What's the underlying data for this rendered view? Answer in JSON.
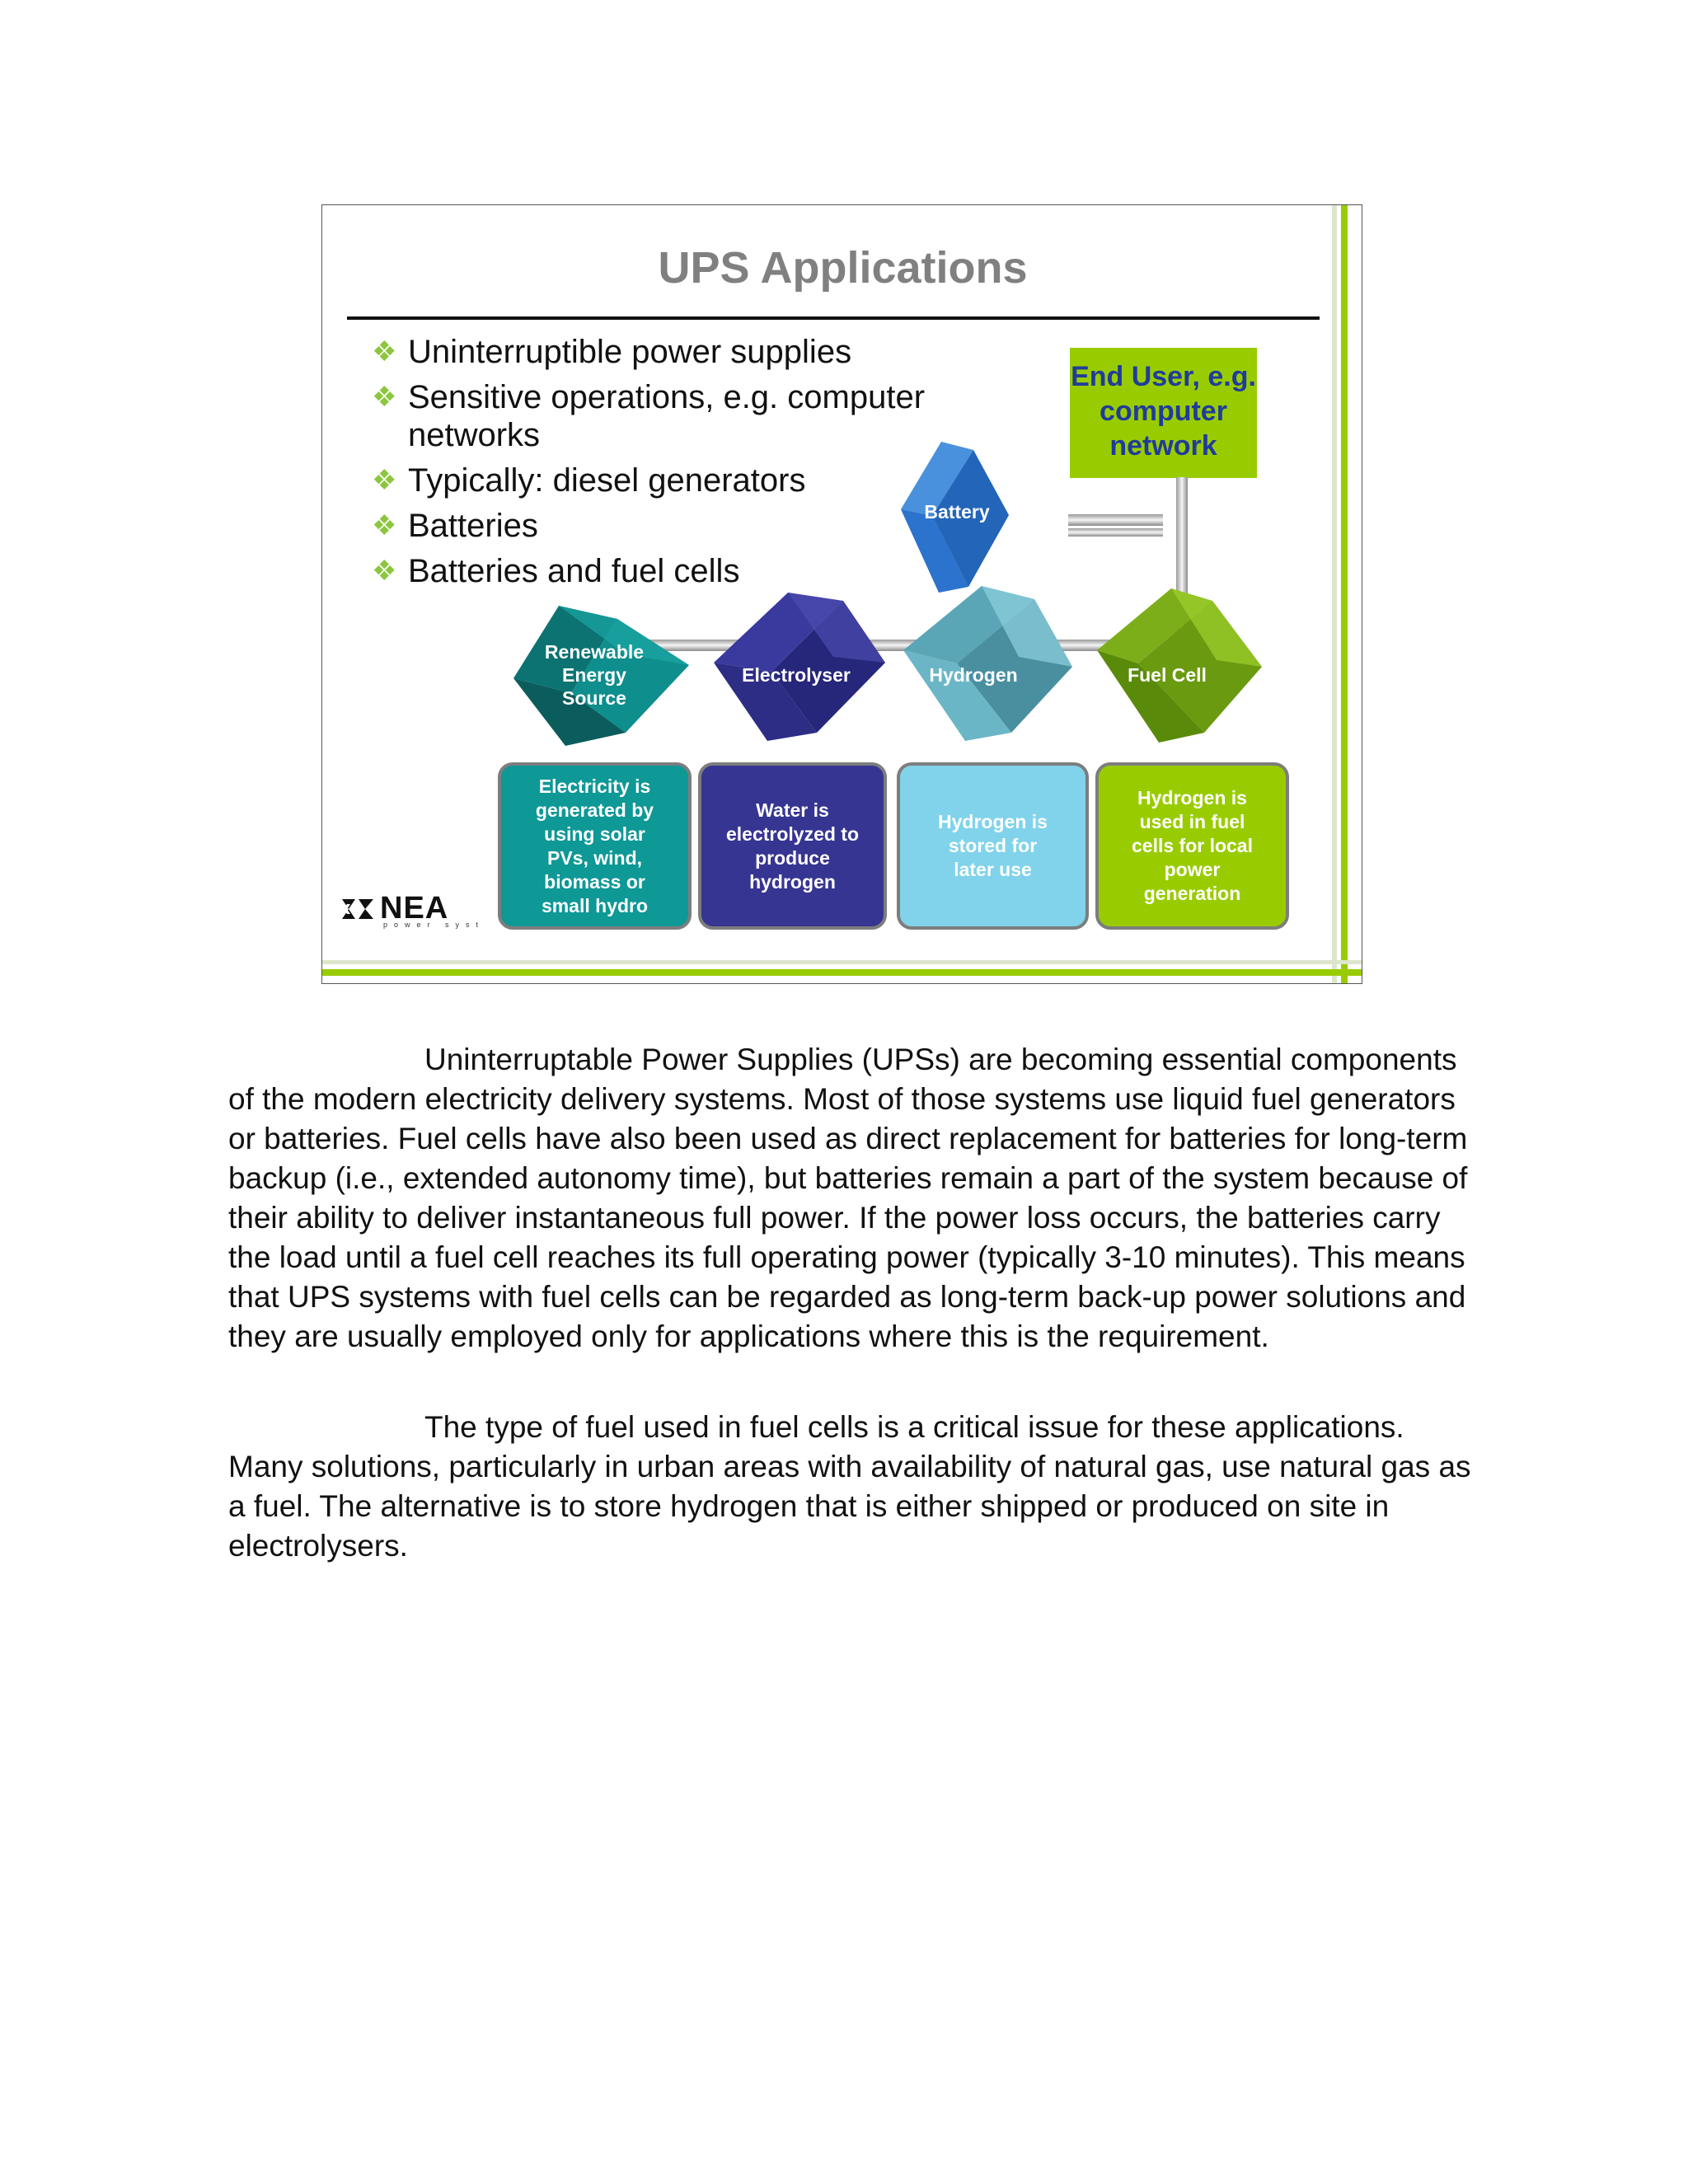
{
  "slide": {
    "title": "UPS Applications",
    "bullets": [
      "Uninterruptible power supplies",
      "Sensitive operations, e.g. computer networks",
      "Typically: diesel generators",
      "Batteries",
      "Batteries and fuel cells"
    ],
    "end_user_box": [
      "End User, e.g.",
      "computer",
      "network"
    ],
    "cubes": {
      "battery": "Battery",
      "renewable": [
        "Renewable",
        "Energy",
        "Source"
      ],
      "electrolyser": "Electrolyser",
      "hydrogen": "Hydrogen",
      "fuel_cell": "Fuel Cell"
    },
    "descriptions": [
      [
        "Electricity is",
        "generated by",
        "using solar",
        "PVs, wind,",
        "biomass or",
        "small hydro"
      ],
      [
        "Water is",
        "electrolyzed to",
        "produce",
        "hydrogen"
      ],
      [
        "Hydrogen is",
        "stored for",
        "later use"
      ],
      [
        "Hydrogen is",
        "used in fuel",
        "cells for local",
        "power",
        "generation"
      ]
    ],
    "logo": {
      "text": "NEA",
      "subtext": "power syst"
    },
    "colors": {
      "accent_green": "#99cc00",
      "end_user_text": "#1f3c9b",
      "battery_blue": "#2b74cc",
      "renewable_teal": "#0e8e8c",
      "electrolyser_navy": "#363592",
      "hydrogen_lightblue": "#7fd1ea",
      "fuel_cell_green": "#8fc21f"
    }
  },
  "body": {
    "paragraphs": [
      "Uninterruptable Power Supplies (UPSs) are becoming essential components of the modern electricity delivery systems. Most of those systems use liquid fuel generators or batteries. Fuel cells have also been used as direct replacement for batteries for long-term backup (i.e., extended autonomy time), but batteries remain a part of the system because of their ability to deliver instantaneous full power. If the power loss occurs, the batteries carry the load until a fuel cell reaches its full operating power (typically 3-10 minutes).  This means that UPS systems with fuel cells can be regarded as long-term back-up power solutions and they are usually employed only for applications where this is the requirement.",
      "The type of fuel used in fuel cells is a critical issue for these applications. Many solutions, particularly in urban areas with availability of natural gas, use natural gas as a fuel. The alternative is to store hydrogen that is either shipped or produced on site in electrolysers."
    ]
  }
}
